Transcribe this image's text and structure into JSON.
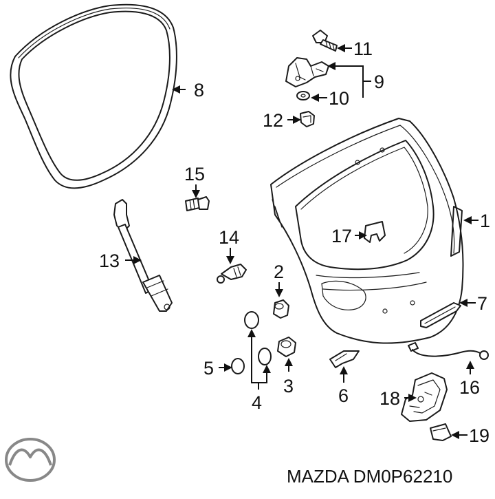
{
  "callouts": [
    {
      "id": "1",
      "label": "1"
    },
    {
      "id": "2",
      "label": "2"
    },
    {
      "id": "3",
      "label": "3"
    },
    {
      "id": "4",
      "label": "4"
    },
    {
      "id": "5",
      "label": "5"
    },
    {
      "id": "6",
      "label": "6"
    },
    {
      "id": "7",
      "label": "7"
    },
    {
      "id": "8",
      "label": "8"
    },
    {
      "id": "9",
      "label": "9"
    },
    {
      "id": "10",
      "label": "10"
    },
    {
      "id": "11",
      "label": "11"
    },
    {
      "id": "12",
      "label": "12"
    },
    {
      "id": "13",
      "label": "13"
    },
    {
      "id": "14",
      "label": "14"
    },
    {
      "id": "15",
      "label": "15"
    },
    {
      "id": "16",
      "label": "16"
    },
    {
      "id": "17",
      "label": "17"
    },
    {
      "id": "18",
      "label": "18"
    },
    {
      "id": "19",
      "label": "19"
    }
  ],
  "brand": {
    "logo": "mazda-logo",
    "part_number_text": "MAZDA DM0P62210"
  }
}
